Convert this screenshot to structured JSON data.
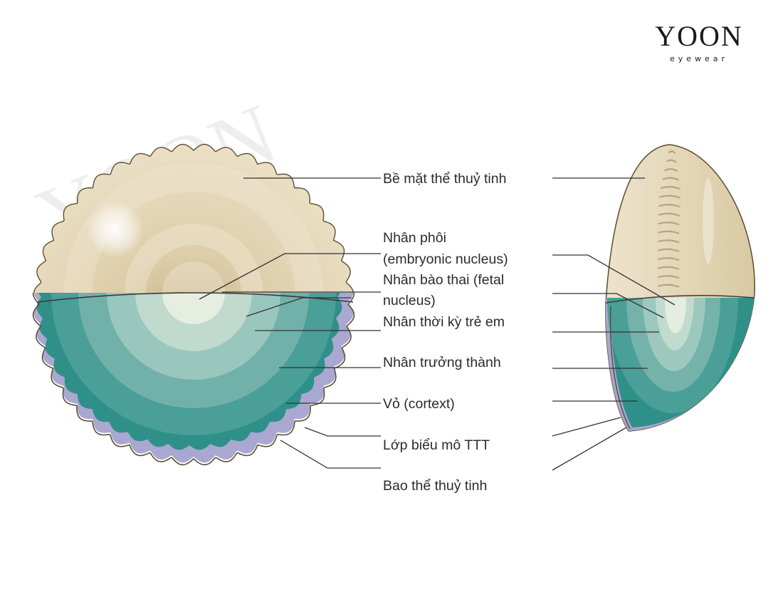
{
  "brand": {
    "name": "YOON",
    "subtitle": "eyewear"
  },
  "labels": {
    "lens_surface": "Bề mặt thể thuỷ tinh",
    "embryonic_nucleus_line1": "Nhân phôi",
    "embryonic_nucleus_line2": "(embryonic nucleus)",
    "fetal_nucleus_line1": "Nhân bào thai (fetal",
    "fetal_nucleus_line2": "nucleus)",
    "infantile_nucleus": "Nhân thời kỳ trẻ em",
    "adult_nucleus": "Nhân trưởng thành",
    "cortex": "Vỏ (cortext)",
    "epithelium": "Lớp biểu mô TTT",
    "capsule": "Bao thể thuỷ tinh"
  },
  "colors": {
    "beige": "#e6d9bd",
    "beige_dark": "#cdb990",
    "teal_outer": "#2f9089",
    "teal_2": "#4a9f98",
    "teal_3": "#73b3ab",
    "teal_4": "#9cc9bf",
    "teal_5": "#c2dccf",
    "core": "#e8efe3",
    "capsule_lavender": "#a7a6cf",
    "line": "#333333"
  }
}
